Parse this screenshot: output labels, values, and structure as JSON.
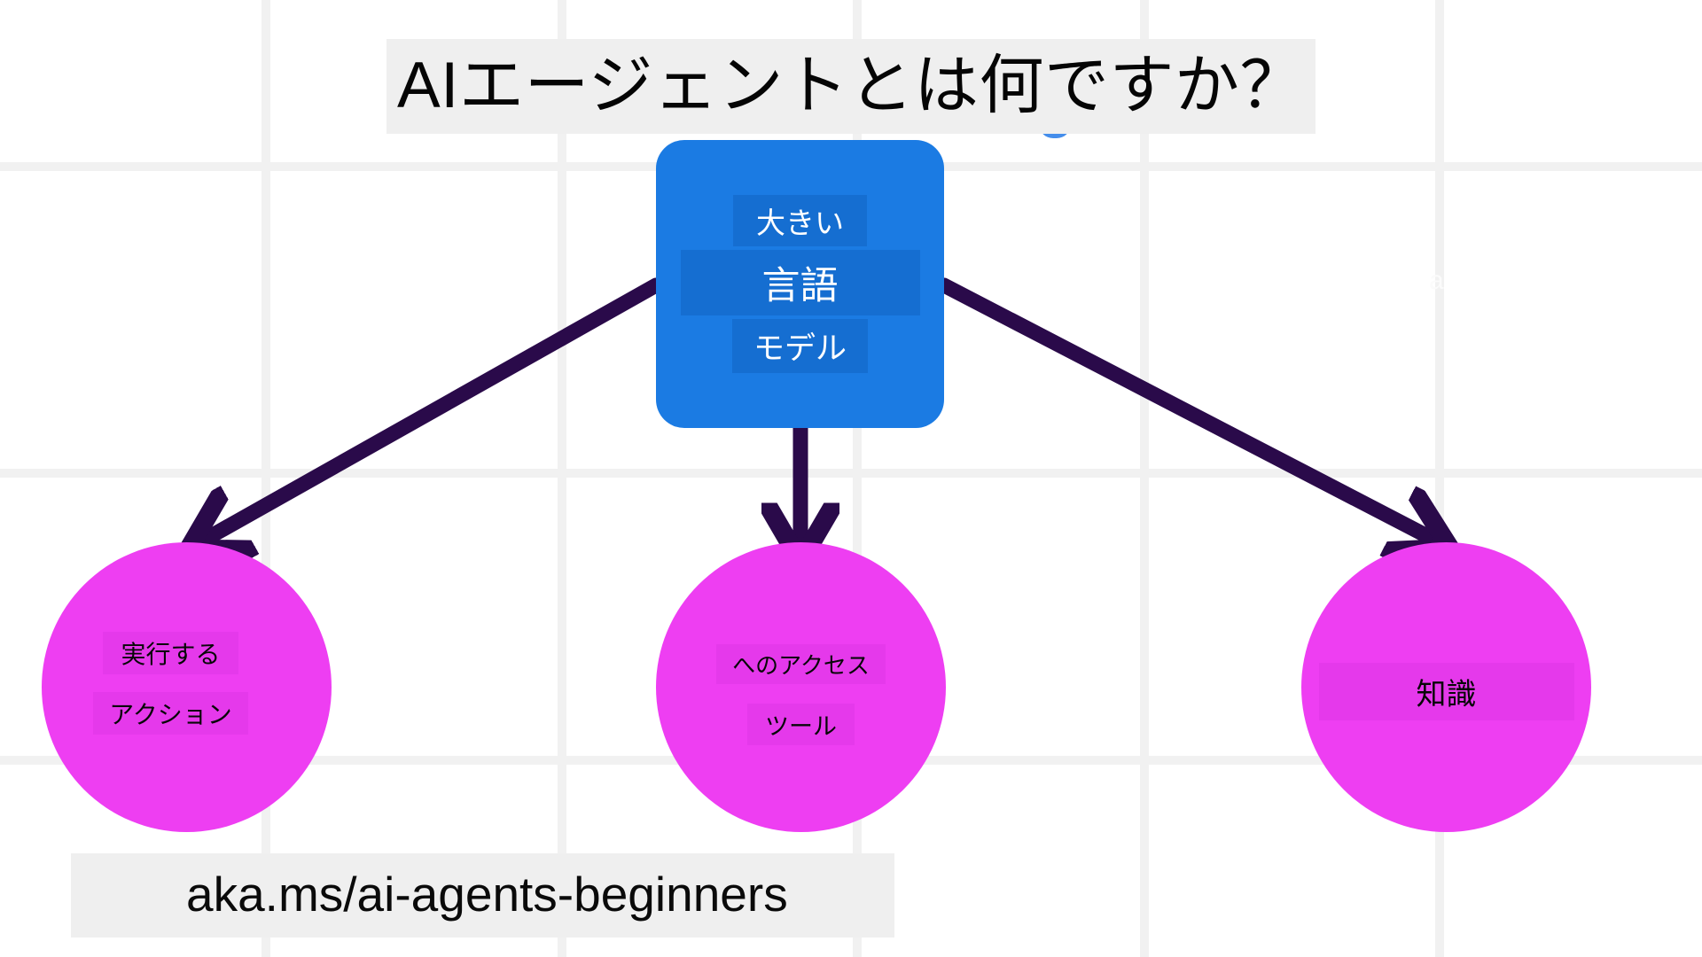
{
  "slide": {
    "title": "AIエージェントとは何ですか？",
    "footer_url": "aka.ms/ai-agents-beginners",
    "background_color": "#ffffff",
    "grid_color": "#f1f1f1"
  },
  "diagram": {
    "type": "hub-and-spoke",
    "center_node": {
      "id": "llm",
      "shape": "rounded-rectangle",
      "fill_color": "#1b7be3",
      "text_color": "#ffffff",
      "lines": [
        "大きい",
        "言語",
        "モデル"
      ]
    },
    "arrow_color": "#2a0a4a",
    "leaf_fill_color": "#ee3ef2",
    "leaf_text_color": "#070707",
    "leaf_nodes": [
      {
        "id": "actions",
        "shape": "circle",
        "position": "left",
        "lines": [
          "実行する",
          "アクション"
        ]
      },
      {
        "id": "tools",
        "shape": "circle",
        "position": "center",
        "lines": [
          "へのアクセス",
          "ツール"
        ]
      },
      {
        "id": "knowledge",
        "shape": "circle",
        "position": "right",
        "lines": [
          "知識"
        ]
      }
    ],
    "edges": [
      {
        "from": "llm",
        "to": "actions",
        "style": "arrow"
      },
      {
        "from": "llm",
        "to": "tools",
        "style": "arrow"
      },
      {
        "from": "llm",
        "to": "knowledge",
        "style": "arrow"
      }
    ]
  },
  "artifacts": {
    "ghost_text": "a"
  },
  "grid": {
    "vertical_x": [
      295,
      629,
      962,
      1286,
      1619
    ],
    "horizontal_y": [
      183,
      529,
      853
    ]
  }
}
